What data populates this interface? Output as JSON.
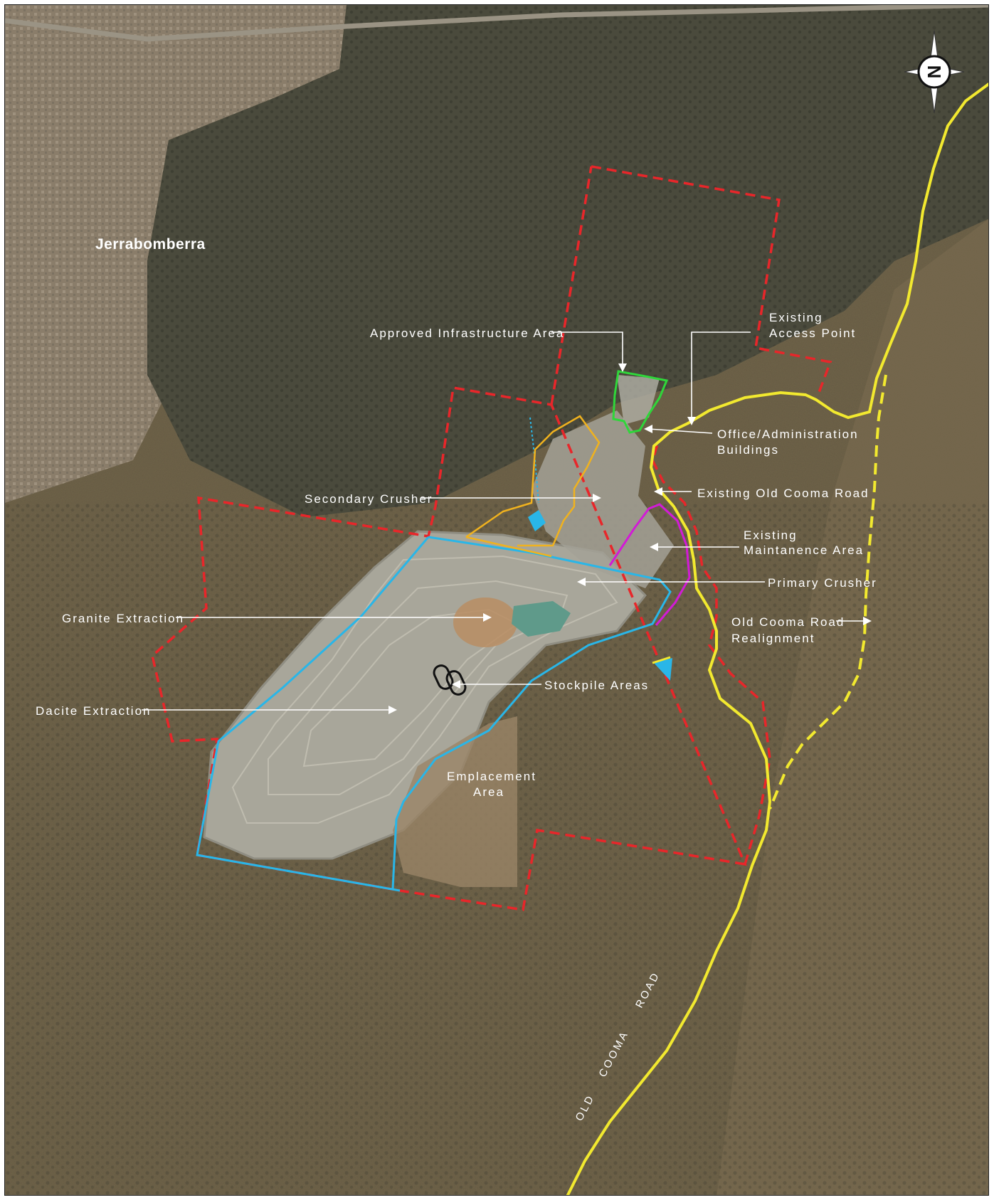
{
  "map": {
    "place_label": "Jerrabomberra",
    "north_symbol": "N",
    "road_name_words": [
      "OLD",
      "COOMA",
      "ROAD"
    ],
    "annotations": {
      "approved_infrastructure": "Approved Infrastructure Area",
      "existing_access_line1": "Existing",
      "existing_access_line2": "Access Point",
      "office_line1": "Office/Administration",
      "office_line2": "Buildings",
      "secondary_crusher": "Secondary Crusher",
      "existing_old_cooma": "Existing Old Cooma Road",
      "maintenance_line1": "Existing",
      "maintenance_line2": "Maintanence Area",
      "primary_crusher": "Primary Crusher",
      "granite_extraction": "Granite Extraction",
      "realignment_line1": "Old Cooma Road",
      "realignment_line2": "Realignment",
      "stockpile_areas": "Stockpile Areas",
      "dacite_extraction": "Dacite Extraction",
      "emplacement_line1": "Emplacement",
      "emplacement_line2": "Area"
    },
    "colors": {
      "terrain": "#6f6349",
      "forest": "#4a4a3c",
      "suburb": "#8a7d6a",
      "quarry": "#a8a69a",
      "water": "#5f9a8a",
      "boundary_red": "#e8262a",
      "extraction_blue": "#29b6e8",
      "road_yellow": "#f2e92f",
      "secondary_orange": "#f0b21e",
      "approved_green": "#2fd63a",
      "maintenance_magenta": "#d21bd6",
      "stockpile_black": "#111111",
      "label_white": "#ffffff"
    }
  }
}
